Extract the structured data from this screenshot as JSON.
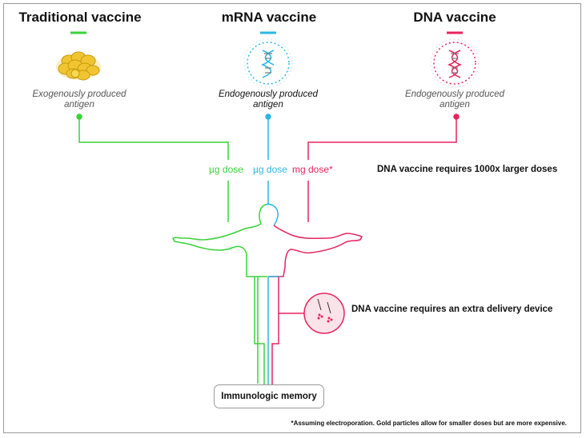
{
  "vaccines": [
    {
      "title": "Traditional vaccine",
      "subtitle_line1": "Exogenously produced",
      "subtitle_line2": "antigen",
      "color": "#3ad23a",
      "dose": "µg dose"
    },
    {
      "title": "mRNA vaccine",
      "subtitle_line1": "Endogenously produced",
      "subtitle_line2": "antigen",
      "color": "#2bb6e6",
      "dose": "µg dose"
    },
    {
      "title": "DNA vaccine",
      "subtitle_line1": "Endogenously produced",
      "subtitle_line2": "antigen",
      "color": "#e8245e",
      "dose": "mg dose*"
    }
  ],
  "icons": {
    "traditional": "protein-crystal-icon",
    "mrna": "rna-helix-icon",
    "dna": "dna-helix-icon",
    "device": "delivery-device-icon"
  },
  "notes": {
    "dose_note": "DNA vaccine requires 1000x larger doses",
    "device_note": "DNA vaccine requires an extra delivery device"
  },
  "memory_label": "Immunologic memory",
  "footnote": "*Assuming electroporation. Gold particles allow for smaller doses but are more expensive."
}
